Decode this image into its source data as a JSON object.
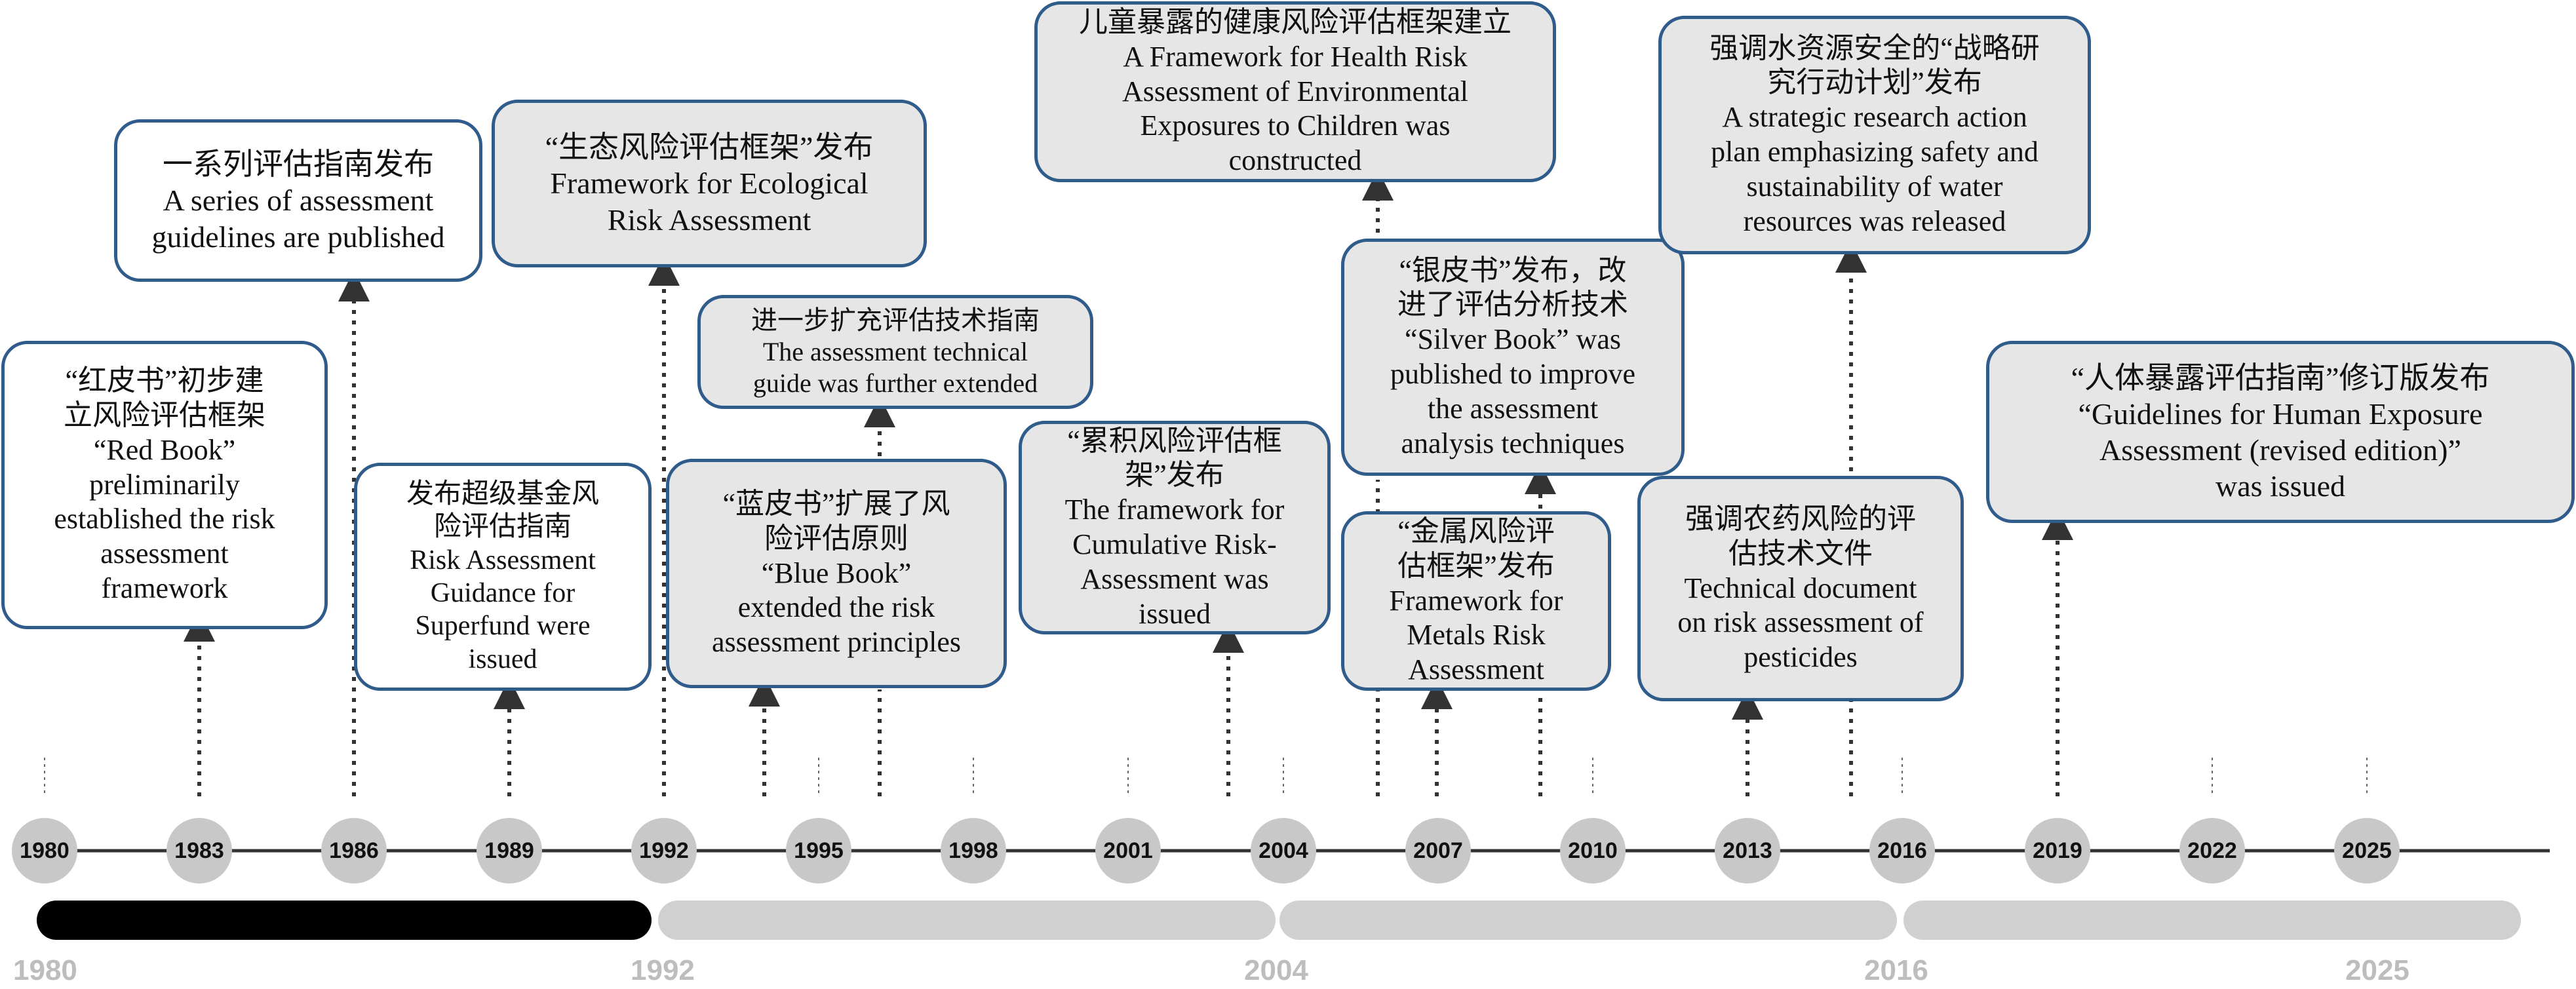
{
  "colors": {
    "box_border": "#2f5c8a",
    "box_gray": "#e6e6e6",
    "box_white": "#ffffff",
    "node": "#c8c8c8",
    "axis": "#333333",
    "era_active": "#000000",
    "era_inactive": "#d0d0d0",
    "era_label": "#bdbdbd"
  },
  "timeline": {
    "years": [
      "1980",
      "1983",
      "1986",
      "1989",
      "1992",
      "1995",
      "1998",
      "2001",
      "2004",
      "2007",
      "2010",
      "2013",
      "2016",
      "2019",
      "2022",
      "2025"
    ]
  },
  "eras": [
    {
      "label": "1980",
      "state": "active"
    },
    {
      "label": "1992",
      "state": "inactive"
    },
    {
      "label": "2004",
      "state": "inactive"
    },
    {
      "label": "2016",
      "state": "inactive"
    },
    {
      "label": "2025",
      "state": ""
    }
  ],
  "events": [
    {
      "id": "red-book",
      "zh": "“红皮书”初步建\n立风险评估框架",
      "en": "“Red Book”\npreliminarily\nestablished the risk\nassessment\nframework",
      "style": "white"
    },
    {
      "id": "assessment-guidelines",
      "zh": "一系列评估指南发布",
      "en": "A series of assessment\nguidelines are published",
      "style": "white"
    },
    {
      "id": "superfund",
      "zh": "发布超级基金风\n险评估指南",
      "en": "Risk Assessment\nGuidance for\nSuperfund were\nissued",
      "style": "white"
    },
    {
      "id": "ecological",
      "zh": "“生态风险评估框架”发布",
      "en": "Framework for Ecological\nRisk Assessment",
      "style": "gray"
    },
    {
      "id": "technical-guide",
      "zh": "进一步扩充评估技术指南",
      "en": "The assessment technical\nguide was further extended",
      "style": "gray"
    },
    {
      "id": "blue-book",
      "zh": "“蓝皮书”扩展了风\n险评估原则",
      "en": "“Blue Book”\nextended the risk\nassessment principles",
      "style": "gray"
    },
    {
      "id": "cumulative",
      "zh": "“累积风险评估框\n架”发布",
      "en": "The framework for\nCumulative Risk-\nAssessment was\nissued",
      "style": "gray"
    },
    {
      "id": "children",
      "zh": "儿童暴露的健康风险评估框架建立",
      "en": "A Framework for Health Risk\nAssessment of Environmental\nExposures to Children was\nconstructed",
      "style": "gray"
    },
    {
      "id": "silver-book",
      "zh": "“银皮书”发布，改\n进了评估分析技术",
      "en": "“Silver Book” was\npublished to improve\nthe assessment\nanalysis techniques",
      "style": "gray"
    },
    {
      "id": "metals",
      "zh": "“金属风险评\n估框架”发布",
      "en": "Framework for\nMetals Risk\nAssessment",
      "style": "gray"
    },
    {
      "id": "water",
      "zh": "强调水资源安全的“战略研\n究行动计划”发布",
      "en": "A strategic research action\nplan emphasizing safety and\nsustainability of water\nresources was released",
      "style": "gray"
    },
    {
      "id": "pesticides",
      "zh": "强调农药风险的评\n估技术文件",
      "en": "Technical document\non risk assessment of\npesticides",
      "style": "gray"
    },
    {
      "id": "human-exposure",
      "zh": "“人体暴露评估指南”修订版发布",
      "en": "“Guidelines for Human Exposure\nAssessment (revised edition)”\nwas issued",
      "style": "gray"
    }
  ]
}
